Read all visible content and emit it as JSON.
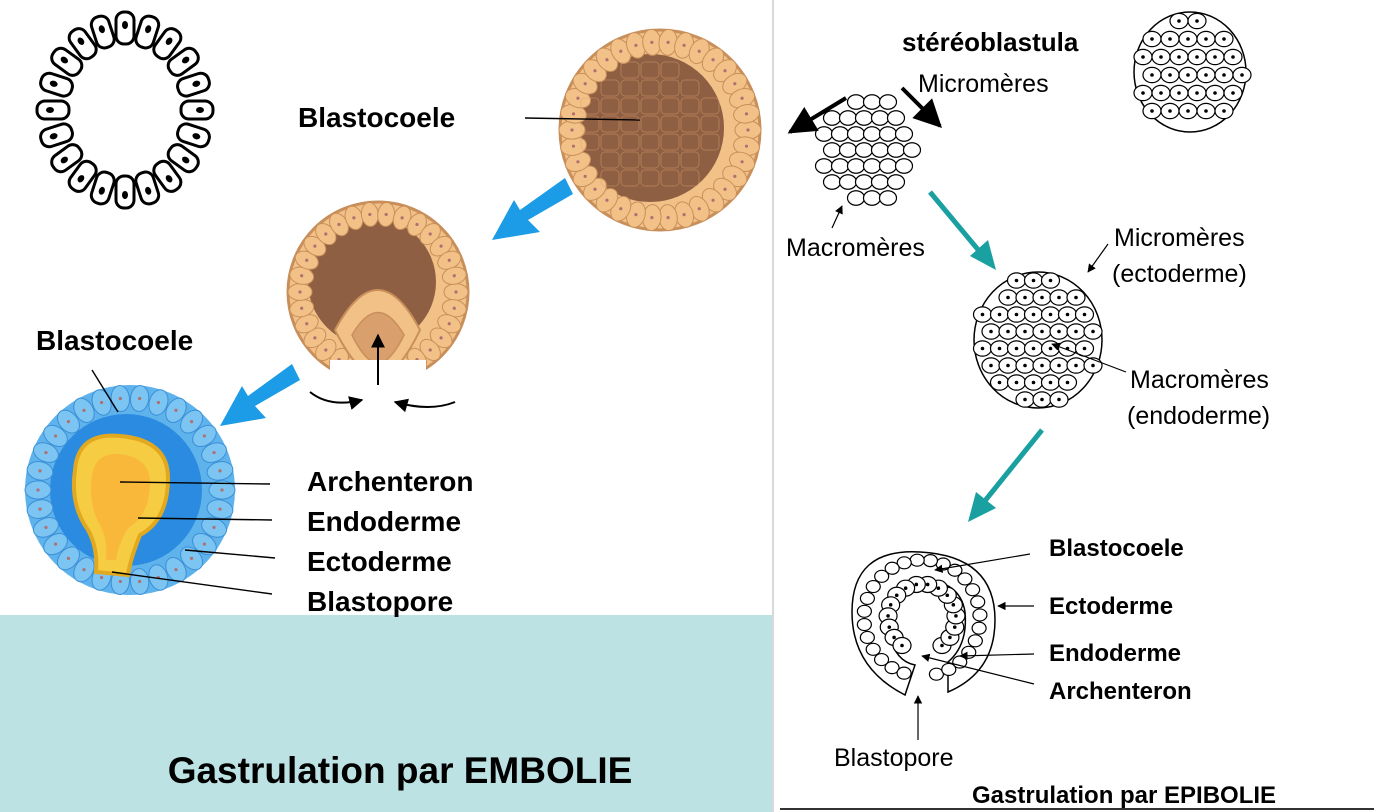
{
  "colors": {
    "caption_band": "#bde2e3",
    "blue_arrow": "#1c9be6",
    "teal_arrow": "#1aa0a0",
    "blastula_cell": "#f2c188",
    "blastula_dark": "#8f5f43",
    "ectoderm_blue": "#5fb3ec",
    "endoderm_yellow": "#f6cc43"
  },
  "icons": [
    "arrow-icon",
    "curved-arrow-icon",
    "cell-sphere-icon"
  ],
  "embolie": {
    "title": "Gastrulation par EMBOLIE",
    "label_blastocoele_top": "Blastocoele",
    "label_blastocoele_left": "Blastocoele",
    "label_archenteron": "Archenteron",
    "label_endoderme": "Endoderme",
    "label_ectoderme": "Ectoderme",
    "label_blastopore": "Blastopore"
  },
  "epibolie": {
    "title": "Gastrulation par EPIBOLIE",
    "label_stereoblastula": "stéréoblastula",
    "label_micromeres_top": "Micromères",
    "label_macromeres_top": "Macromères",
    "label_micromeres_ecto_1": "Micromères",
    "label_micromeres_ecto_2": "(ectoderme)",
    "label_macromeres_endo_1": "Macromères",
    "label_macromeres_endo_2": "(endoderme)",
    "label_blastocoele": "Blastocoele",
    "label_ectoderme": "Ectoderme",
    "label_endoderme": "Endoderme",
    "label_archenteron": "Archenteron",
    "label_blastopore": "Blastopore"
  }
}
